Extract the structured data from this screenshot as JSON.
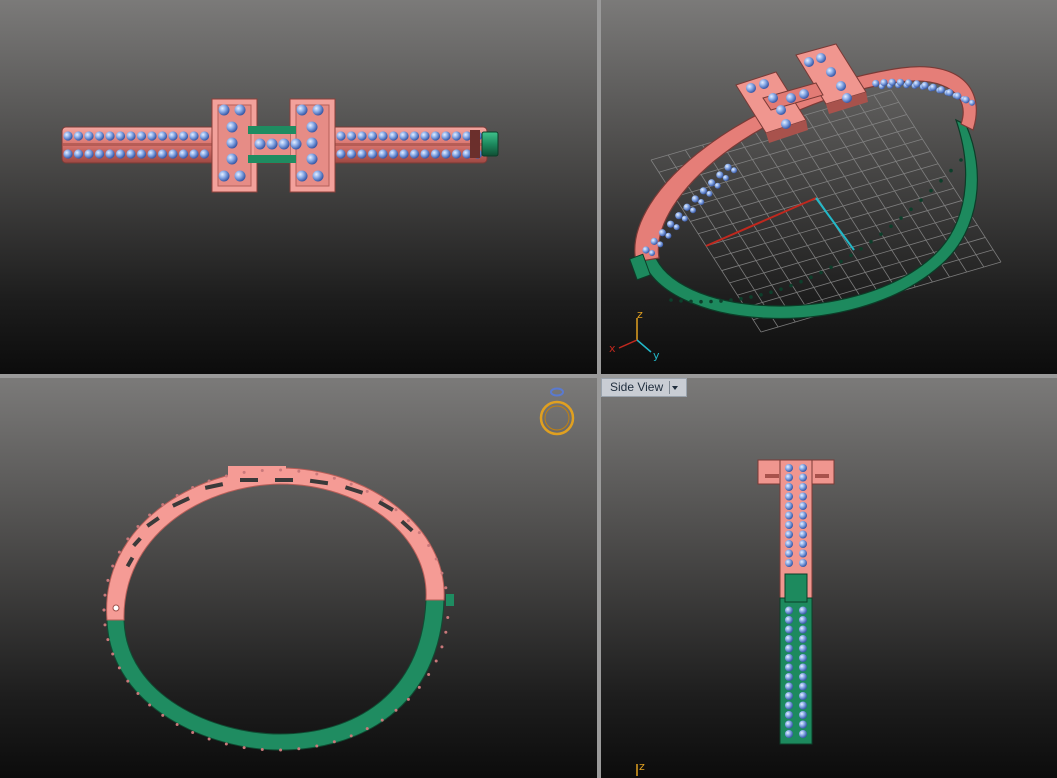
{
  "viewports": {
    "top": {
      "label": ""
    },
    "perspective": {
      "axis_x": "x",
      "axis_y": "y",
      "axis_z": "z"
    },
    "front": {
      "gizmo": "ring-view-icon"
    },
    "side": {
      "label": "Side View",
      "axis_z": "z"
    }
  },
  "colors": {
    "background_top": "#7b7a79",
    "background_bottom": "#0c0c0c",
    "metal_pink": "#f08b86",
    "metal_green": "#1f8c61",
    "gem": "#7c9ce0",
    "grid": "#8a8a8a",
    "axis_x": "#c0281e",
    "axis_y": "#22b8c8",
    "gizmo": "#e0a020"
  }
}
